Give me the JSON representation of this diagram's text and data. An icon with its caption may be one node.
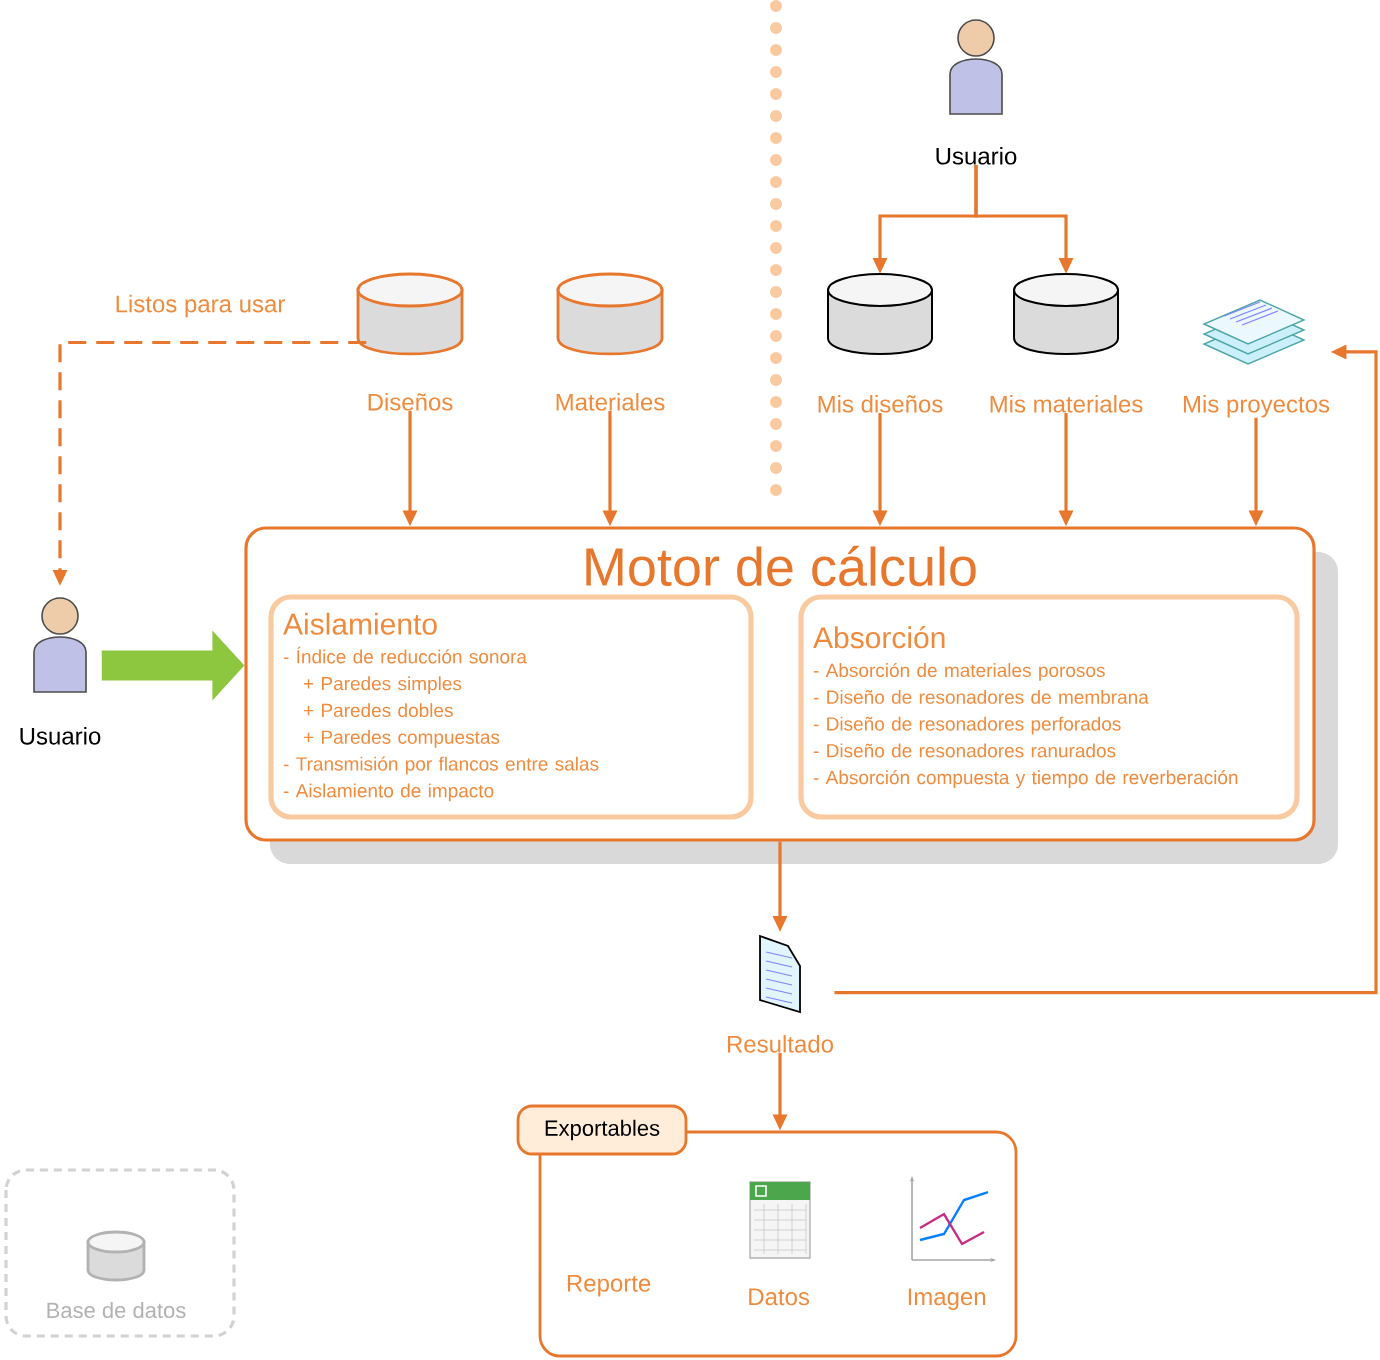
{
  "diagram": {
    "nodes": [
      {
        "text": [
          "Usuario"
        ]
      },
      {
        "text": [
          "Diseños"
        ]
      },
      {
        "text": [
          "Materiales"
        ]
      },
      {
        "text": [
          "Mis diseños"
        ]
      },
      {
        "text": [
          "Mis materiales"
        ]
      },
      {
        "text": [
          "Mis proyectos"
        ]
      },
      {
        "text": [
          "Usuario"
        ]
      },
      {
        "text": [
          "Motor de cálculo"
        ]
      },
      {
        "text": [
          "Aislamiento",
          "- Índice de reducción sonora",
          "+ Paredes simples",
          "+ Paredes dobles",
          "+ Paredes compuestas",
          "- Transmisión por flancos entre salas",
          "- Aislamiento de impacto"
        ],
        "in": 7
      },
      {
        "text": [
          "Absorción",
          "- Absorción de materiales porosos",
          "- Diseño de resonadores de membrana",
          "- Diseño de resonadores perforados",
          "- Diseño de resonadores ranurados",
          "- Absorción compuesta y tiempo de reverberación"
        ],
        "in": 7
      },
      {
        "text": [
          "Resultado"
        ]
      },
      {
        "text": [
          "Exportables"
        ]
      },
      {
        "text": [
          "Reporte"
        ],
        "in": 11
      },
      {
        "text": [
          "Datos"
        ],
        "in": 11
      },
      {
        "text": [
          "Imagen"
        ],
        "in": 11
      }
    ],
    "edges": [
      {
        "from": 0,
        "to": 3,
        "arrow": "to"
      },
      {
        "from": 0,
        "to": 4,
        "arrow": "to"
      },
      {
        "from": 1,
        "to": 6,
        "arrow": "to",
        "label": "Listos para usar",
        "style": "dashed"
      },
      {
        "from": 1,
        "to": 7,
        "arrow": "to"
      },
      {
        "from": 2,
        "to": 7,
        "arrow": "to"
      },
      {
        "from": 3,
        "to": 7,
        "arrow": "to"
      },
      {
        "from": 4,
        "to": 7,
        "arrow": "to"
      },
      {
        "from": 5,
        "to": 7,
        "arrow": "to"
      },
      {
        "from": 6,
        "to": 7,
        "arrow": "to",
        "style": "thick",
        "color": "#8dc63f"
      },
      {
        "from": 7,
        "to": 10,
        "arrow": "to"
      },
      {
        "from": 10,
        "to": 5,
        "arrow": "to"
      },
      {
        "from": 10,
        "to": 11,
        "arrow": "to"
      }
    ],
    "legend": [
      {
        "text": "Base de datos"
      }
    ]
  }
}
